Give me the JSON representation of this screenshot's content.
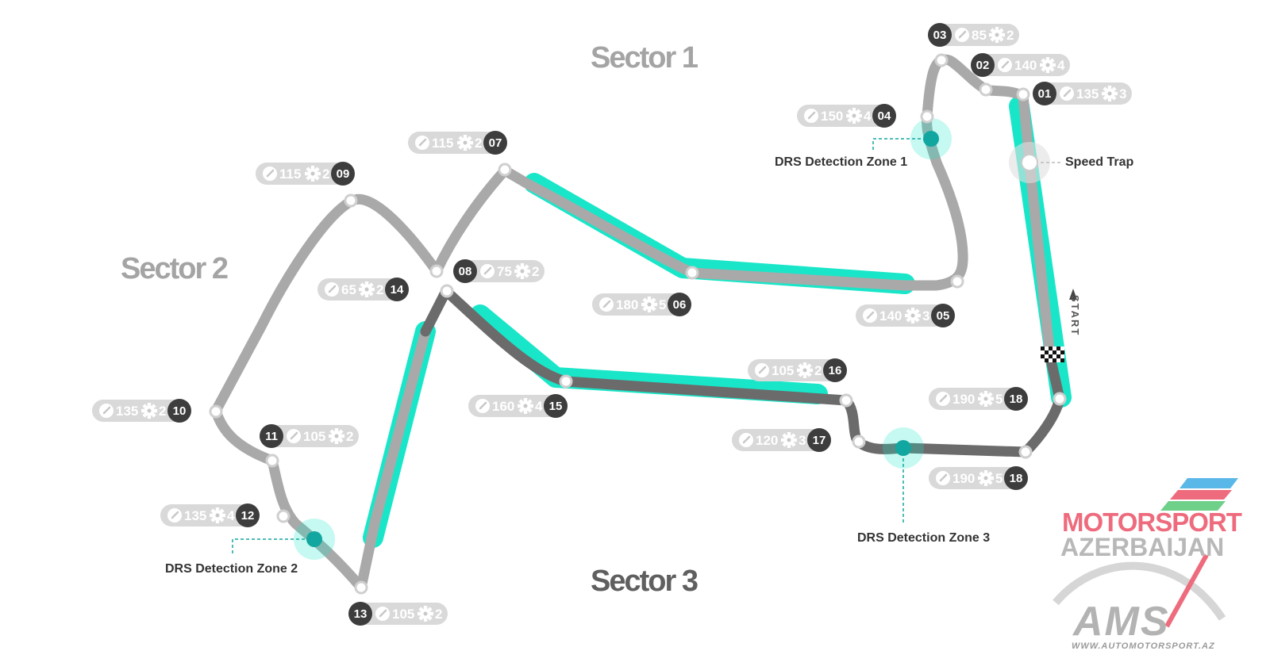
{
  "sectors": {
    "s1": "Sector 1",
    "s2": "Sector 2",
    "s3": "Sector 3"
  },
  "labels": {
    "drs1": "DRS Detection Zone 1",
    "drs2": "DRS Detection Zone 2",
    "drs3": "DRS Detection Zone 3",
    "speed_trap": "Speed Trap",
    "start": "START"
  },
  "corners": [
    {
      "turn": "01",
      "speed": "135",
      "gear": "3"
    },
    {
      "turn": "02",
      "speed": "140",
      "gear": "4"
    },
    {
      "turn": "03",
      "speed": "85",
      "gear": "2"
    },
    {
      "turn": "04",
      "speed": "150",
      "gear": "4"
    },
    {
      "turn": "05",
      "speed": "140",
      "gear": "3"
    },
    {
      "turn": "06",
      "speed": "180",
      "gear": "5"
    },
    {
      "turn": "07",
      "speed": "115",
      "gear": "2"
    },
    {
      "turn": "08",
      "speed": "75",
      "gear": "2"
    },
    {
      "turn": "09",
      "speed": "115",
      "gear": "2"
    },
    {
      "turn": "10",
      "speed": "135",
      "gear": "2"
    },
    {
      "turn": "11",
      "speed": "105",
      "gear": "2"
    },
    {
      "turn": "12",
      "speed": "135",
      "gear": "4"
    },
    {
      "turn": "13",
      "speed": "105",
      "gear": "2"
    },
    {
      "turn": "14",
      "speed": "65",
      "gear": "2"
    },
    {
      "turn": "15",
      "speed": "160",
      "gear": "4"
    },
    {
      "turn": "16",
      "speed": "105",
      "gear": "2"
    },
    {
      "turn": "17",
      "speed": "120",
      "gear": "3"
    },
    {
      "turn": "18",
      "speed": "190",
      "gear": "5"
    },
    {
      "turn": "18",
      "speed": "190",
      "gear": "5"
    }
  ],
  "logo": {
    "line1": "MOTORSPORT",
    "line2": "AZERBAIJAN",
    "mark": "AMS",
    "url": "WWW.AUTOMOTORSPORT.AZ"
  },
  "colors": {
    "drs_zone": "#19e6c8",
    "track_light": "#a9a9a9",
    "track_dark": "#6b6b6b",
    "detection_point": "#11a7a0"
  }
}
